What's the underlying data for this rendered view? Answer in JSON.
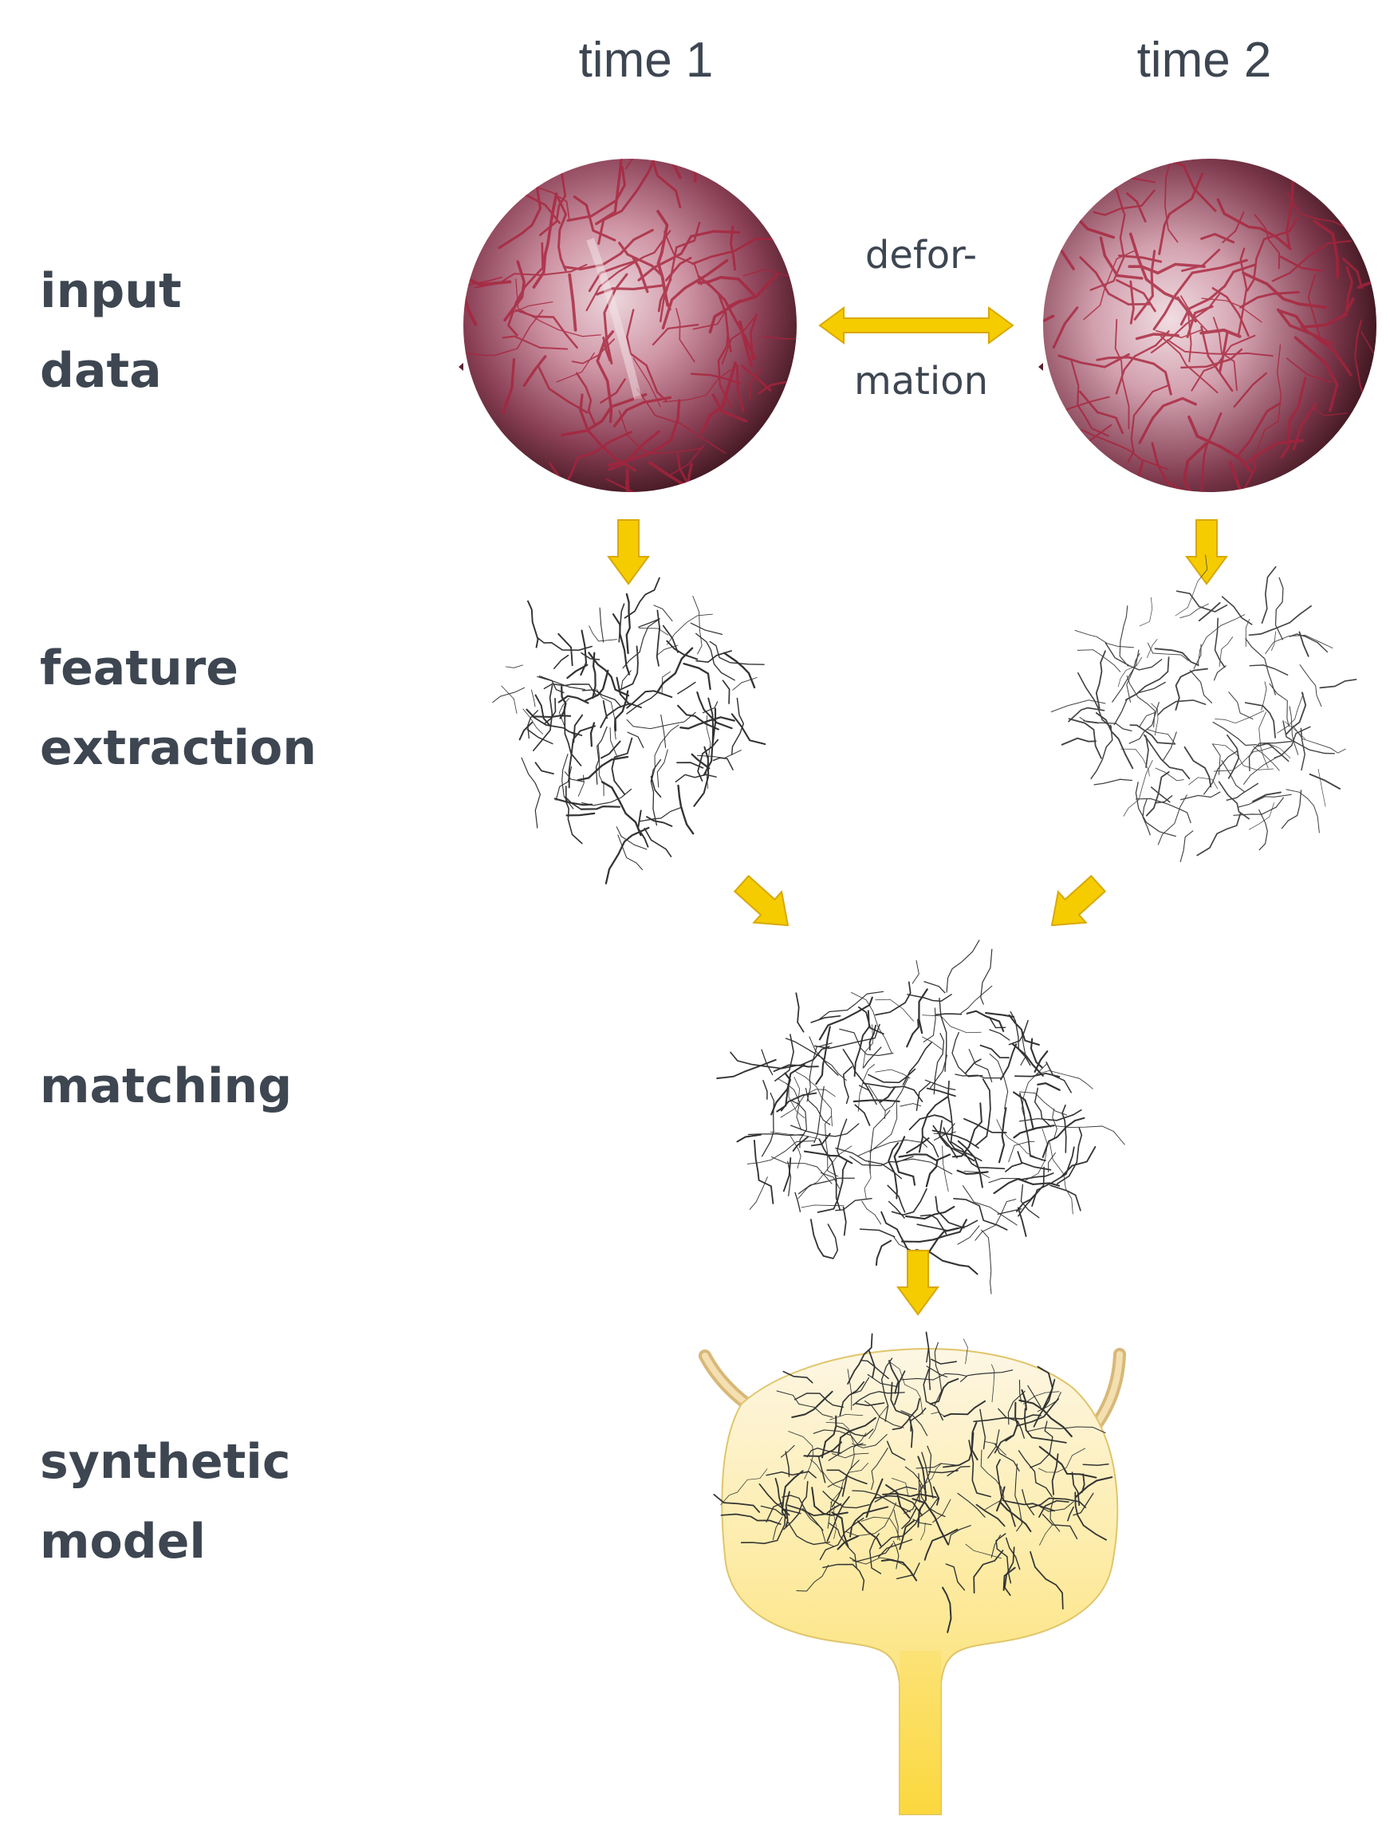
{
  "columns": {
    "left": "time 1",
    "right": "time 2"
  },
  "rows": {
    "input": [
      "input",
      "data"
    ],
    "feature": [
      "feature",
      "extraction"
    ],
    "matching": [
      "matching"
    ],
    "synthetic": [
      "synthetic",
      "model"
    ]
  },
  "deformation": {
    "line1": "defor-",
    "line2": "mation"
  },
  "colors": {
    "text": "#3d4651",
    "arrow_fill": "#f5cc00",
    "arrow_stroke": "#d9a800",
    "tissue_dark": "#3a141c",
    "tissue_mid": "#b06378",
    "tissue_light": "#e8d0d6",
    "vessel": "#a8243c",
    "bladder_fill": "#fbe06a",
    "bladder_light": "#fdf6e4",
    "ureter": "#e8c890"
  }
}
